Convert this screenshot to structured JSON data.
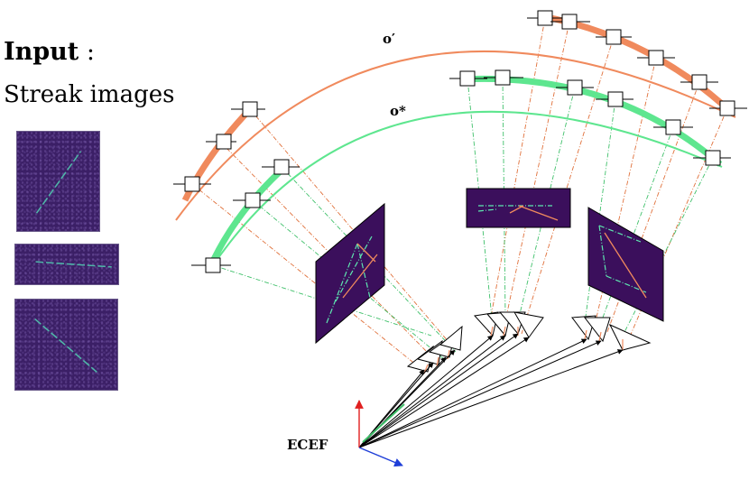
{
  "input_label": {
    "bold": "Input",
    "colon": " :",
    "subtitle": "Streak images"
  },
  "orbit_labels": {
    "o_prime": "o′",
    "o_star": "o*"
  },
  "frame_label": "ECEF",
  "colors": {
    "orbit_prime": "#f08a5d",
    "orbit_star": "#5ee68f",
    "image_bg": "#3b0f5c",
    "axis_up": "#e02020",
    "axis_right": "#1f3fd8",
    "proj_red": "#e0703a",
    "proj_green": "#3fc06a"
  }
}
